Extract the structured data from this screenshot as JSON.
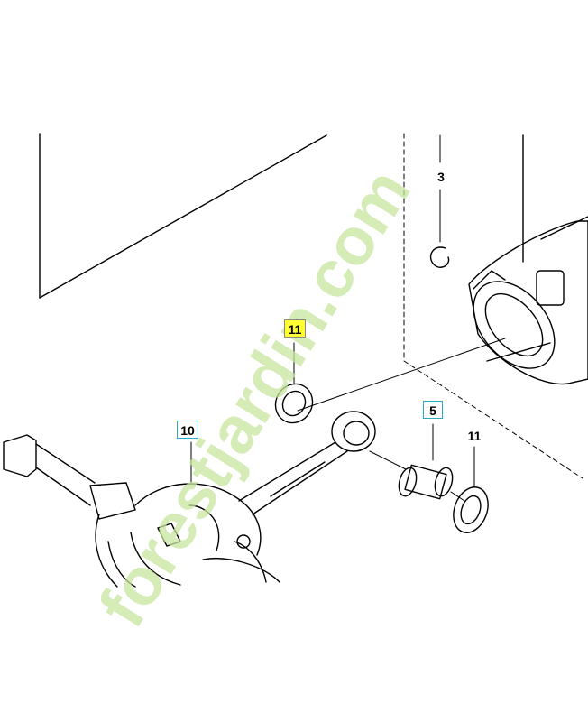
{
  "callouts": [
    {
      "label": "3",
      "style": "plain"
    },
    {
      "label": "11",
      "style": "highlight"
    },
    {
      "label": "10",
      "style": "boxed"
    },
    {
      "label": "5",
      "style": "boxed"
    },
    {
      "label": "11",
      "style": "plain"
    }
  ],
  "watermark": {
    "text": "forestjardin.com"
  },
  "colors": {
    "highlight": "#ffff33",
    "callout_border": "#2aa9c9",
    "watermark_green": "#c8e6a0",
    "watermark_orange": "#f6c89a",
    "watermark_gray": "#c8c3b8"
  }
}
